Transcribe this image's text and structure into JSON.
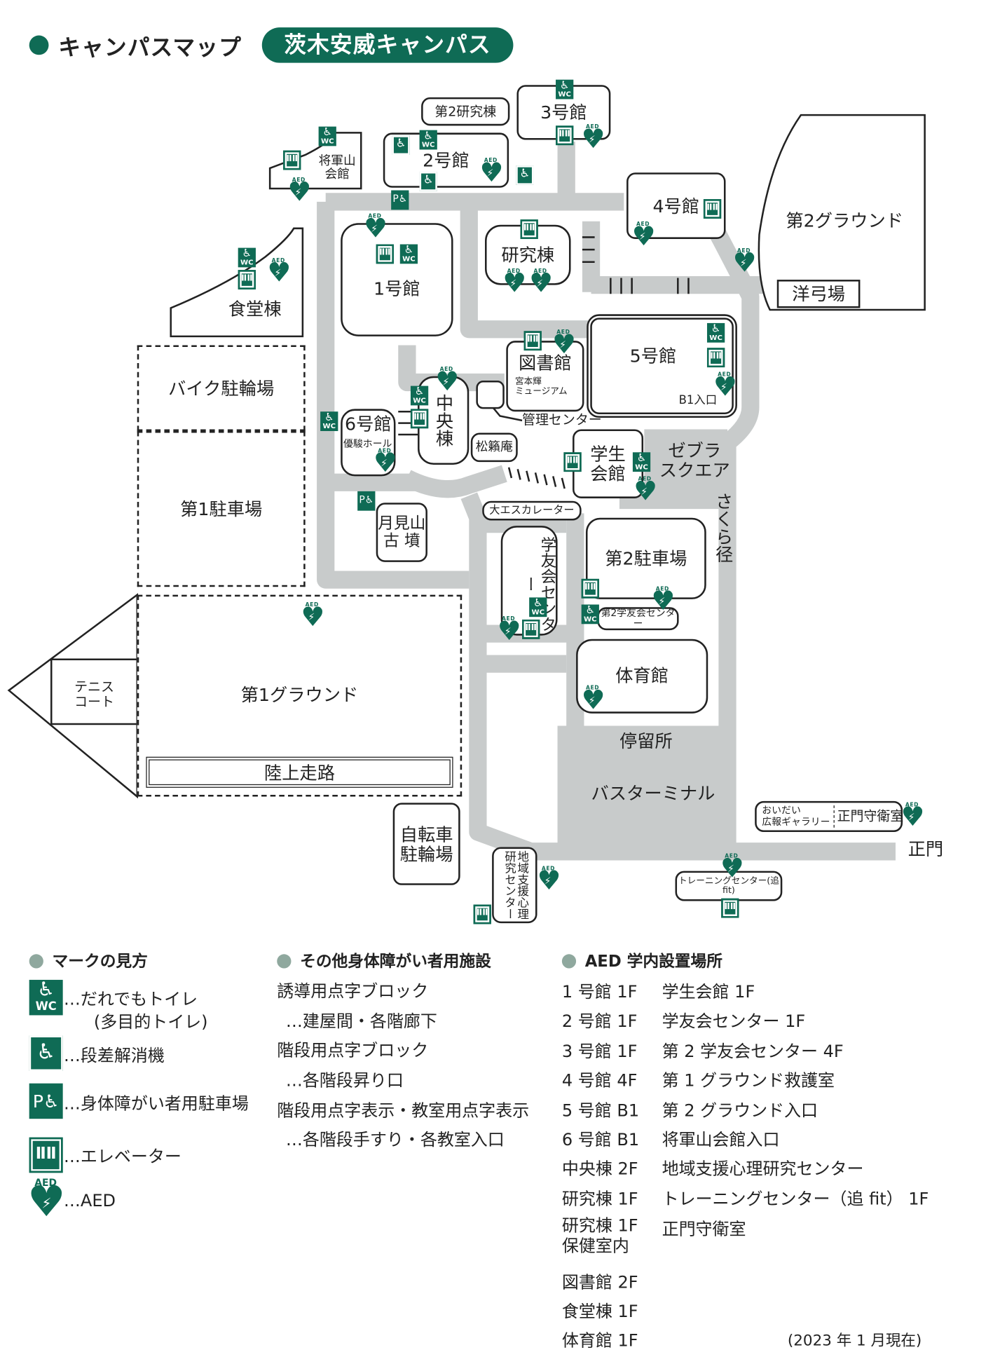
{
  "header": {
    "title": "キャンパスマップ",
    "campus": "茨木安威キャンパス"
  },
  "colors": {
    "brand": "#0f6b55",
    "road": "#c8cbcb",
    "bullet": "#8fa89e"
  },
  "map": {
    "research2": "第2研究棟",
    "bldg3": "3号館",
    "bldg2": "2号館",
    "shogunyama": "将軍山\n会館",
    "bldg4": "4号館",
    "ground2": "第2グラウンド",
    "archery": "洋弓場",
    "bldg1": "1号館",
    "research": "研究棟",
    "cafeteria": "食堂棟",
    "bldg5": "5号館",
    "b1_entrance": "B1入口",
    "library": "図書館",
    "museum": "宮本輝\nミュージアム",
    "admin": "管理センター",
    "bike_parking": "バイク駐輪場",
    "parking1": "第1駐車場",
    "central": "中央棟",
    "bldg6": "6号館",
    "hall6": "優駿ホール",
    "shoraian": "松籟庵",
    "student_hall": "学生\n会館",
    "zebra": "ゼブラ\nスクエア",
    "tsukimiyama": "月見山\n古 墳",
    "escalator": "大エスカレーター",
    "gakuyukai": "学友会センター",
    "parking2": "第2駐車場",
    "gakuyukai2": "第2学友会センター",
    "gym": "体育館",
    "sakura": "さくら径",
    "tennis": "テニス\nコート",
    "ground1": "第1グラウンド",
    "track": "陸上走路",
    "bus_stop": "停留所",
    "bus_terminal": "バスターミナル",
    "bicycle": "自転車\n駐輪場",
    "psych_center": "地域支援心理\n研究センター",
    "gallery": "おいだい\n広報ギャラリー",
    "guard": "正門守衛室",
    "main_gate": "正門",
    "training": "トレーニングセンター(追fit)"
  },
  "legend": {
    "marks": {
      "title": "マークの見方",
      "items": [
        {
          "icon": "wc-icon",
          "label": "…だれでもトイレ",
          "sub": "(多目的トイレ)"
        },
        {
          "icon": "step-lift-icon",
          "label": "…段差解消機"
        },
        {
          "icon": "accessible-parking-icon",
          "label": "…身体障がい者用駐車場"
        },
        {
          "icon": "elevator-icon",
          "label": "…エレベーター"
        },
        {
          "icon": "aed-icon",
          "label": "…AED"
        }
      ]
    },
    "facilities": {
      "title": "その他身体障がい者用施設",
      "lines": [
        "誘導用点字ブロック",
        "…建屋間・各階廊下",
        "階段用点字ブロック",
        "…各階段昇り口",
        "階段用点字表示・教室用点字表示",
        "…各階段手すり・各教室入口"
      ]
    },
    "aed": {
      "title": "AED 学内設置場所",
      "col1": [
        "1 号館 1F",
        "2 号館 1F",
        "3 号館 1F",
        "4 号館 4F",
        "5 号館 B1",
        "6 号館 B1",
        "中央棟 2F",
        "研究棟 1F",
        "研究棟 1F\n保健室内",
        "図書館 2F",
        "食堂棟 1F",
        "体育館 1F"
      ],
      "col2": [
        "学生会館 1F",
        "学友会センター 1F",
        "第 2 学友会センター 4F",
        "第 1 グラウンド救護室",
        "第 2 グラウンド入口",
        "将軍山会館入口",
        "地域支援心理研究センター",
        "トレーニングセンター（追 fit） 1F",
        "正門守衛室"
      ],
      "as_of": "(2023 年 1 月現在)"
    }
  }
}
